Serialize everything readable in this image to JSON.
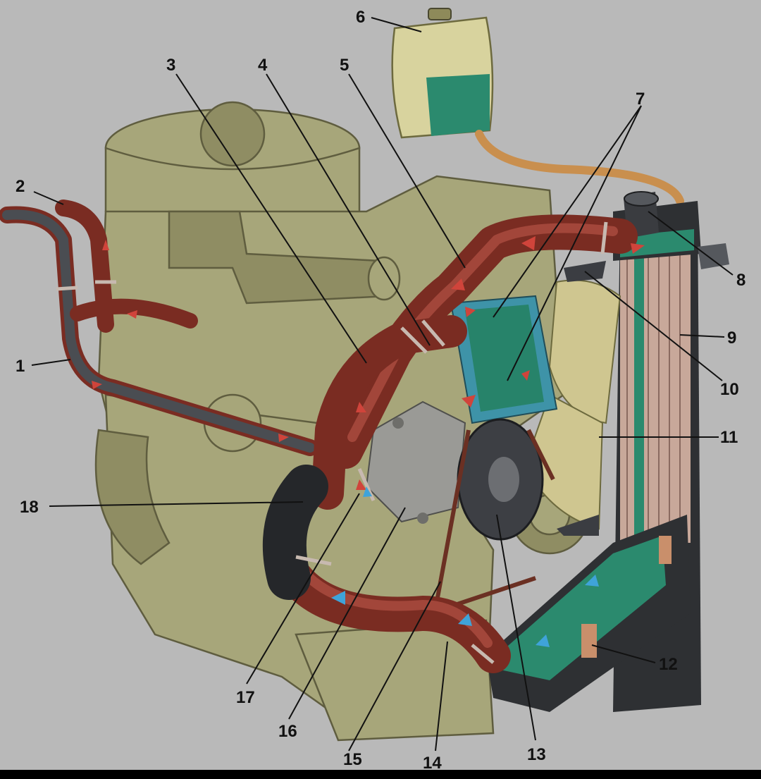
{
  "colors": {
    "background": "#b9b9b9",
    "engine": "#a7a67a",
    "hose": "#7a2c22",
    "coolant": "#2b8a6e",
    "flow_hot": "#d0443b",
    "flow_cold": "#3fa3d9",
    "radiator_frame": "#2e3033",
    "expansion_tank": "#d8d39e"
  },
  "callouts": [
    {
      "id": "1",
      "text": "1"
    },
    {
      "id": "2",
      "text": "2"
    },
    {
      "id": "3",
      "text": "3"
    },
    {
      "id": "4",
      "text": "4"
    },
    {
      "id": "5",
      "text": "5"
    },
    {
      "id": "6",
      "text": "6"
    },
    {
      "id": "7",
      "text": "7"
    },
    {
      "id": "8",
      "text": "8"
    },
    {
      "id": "9",
      "text": "9"
    },
    {
      "id": "10",
      "text": "10"
    },
    {
      "id": "11",
      "text": "11"
    },
    {
      "id": "12",
      "text": "12"
    },
    {
      "id": "13",
      "text": "13"
    },
    {
      "id": "14",
      "text": "14"
    },
    {
      "id": "15",
      "text": "15"
    },
    {
      "id": "16",
      "text": "16"
    },
    {
      "id": "17",
      "text": "17"
    },
    {
      "id": "18",
      "text": "18"
    }
  ]
}
